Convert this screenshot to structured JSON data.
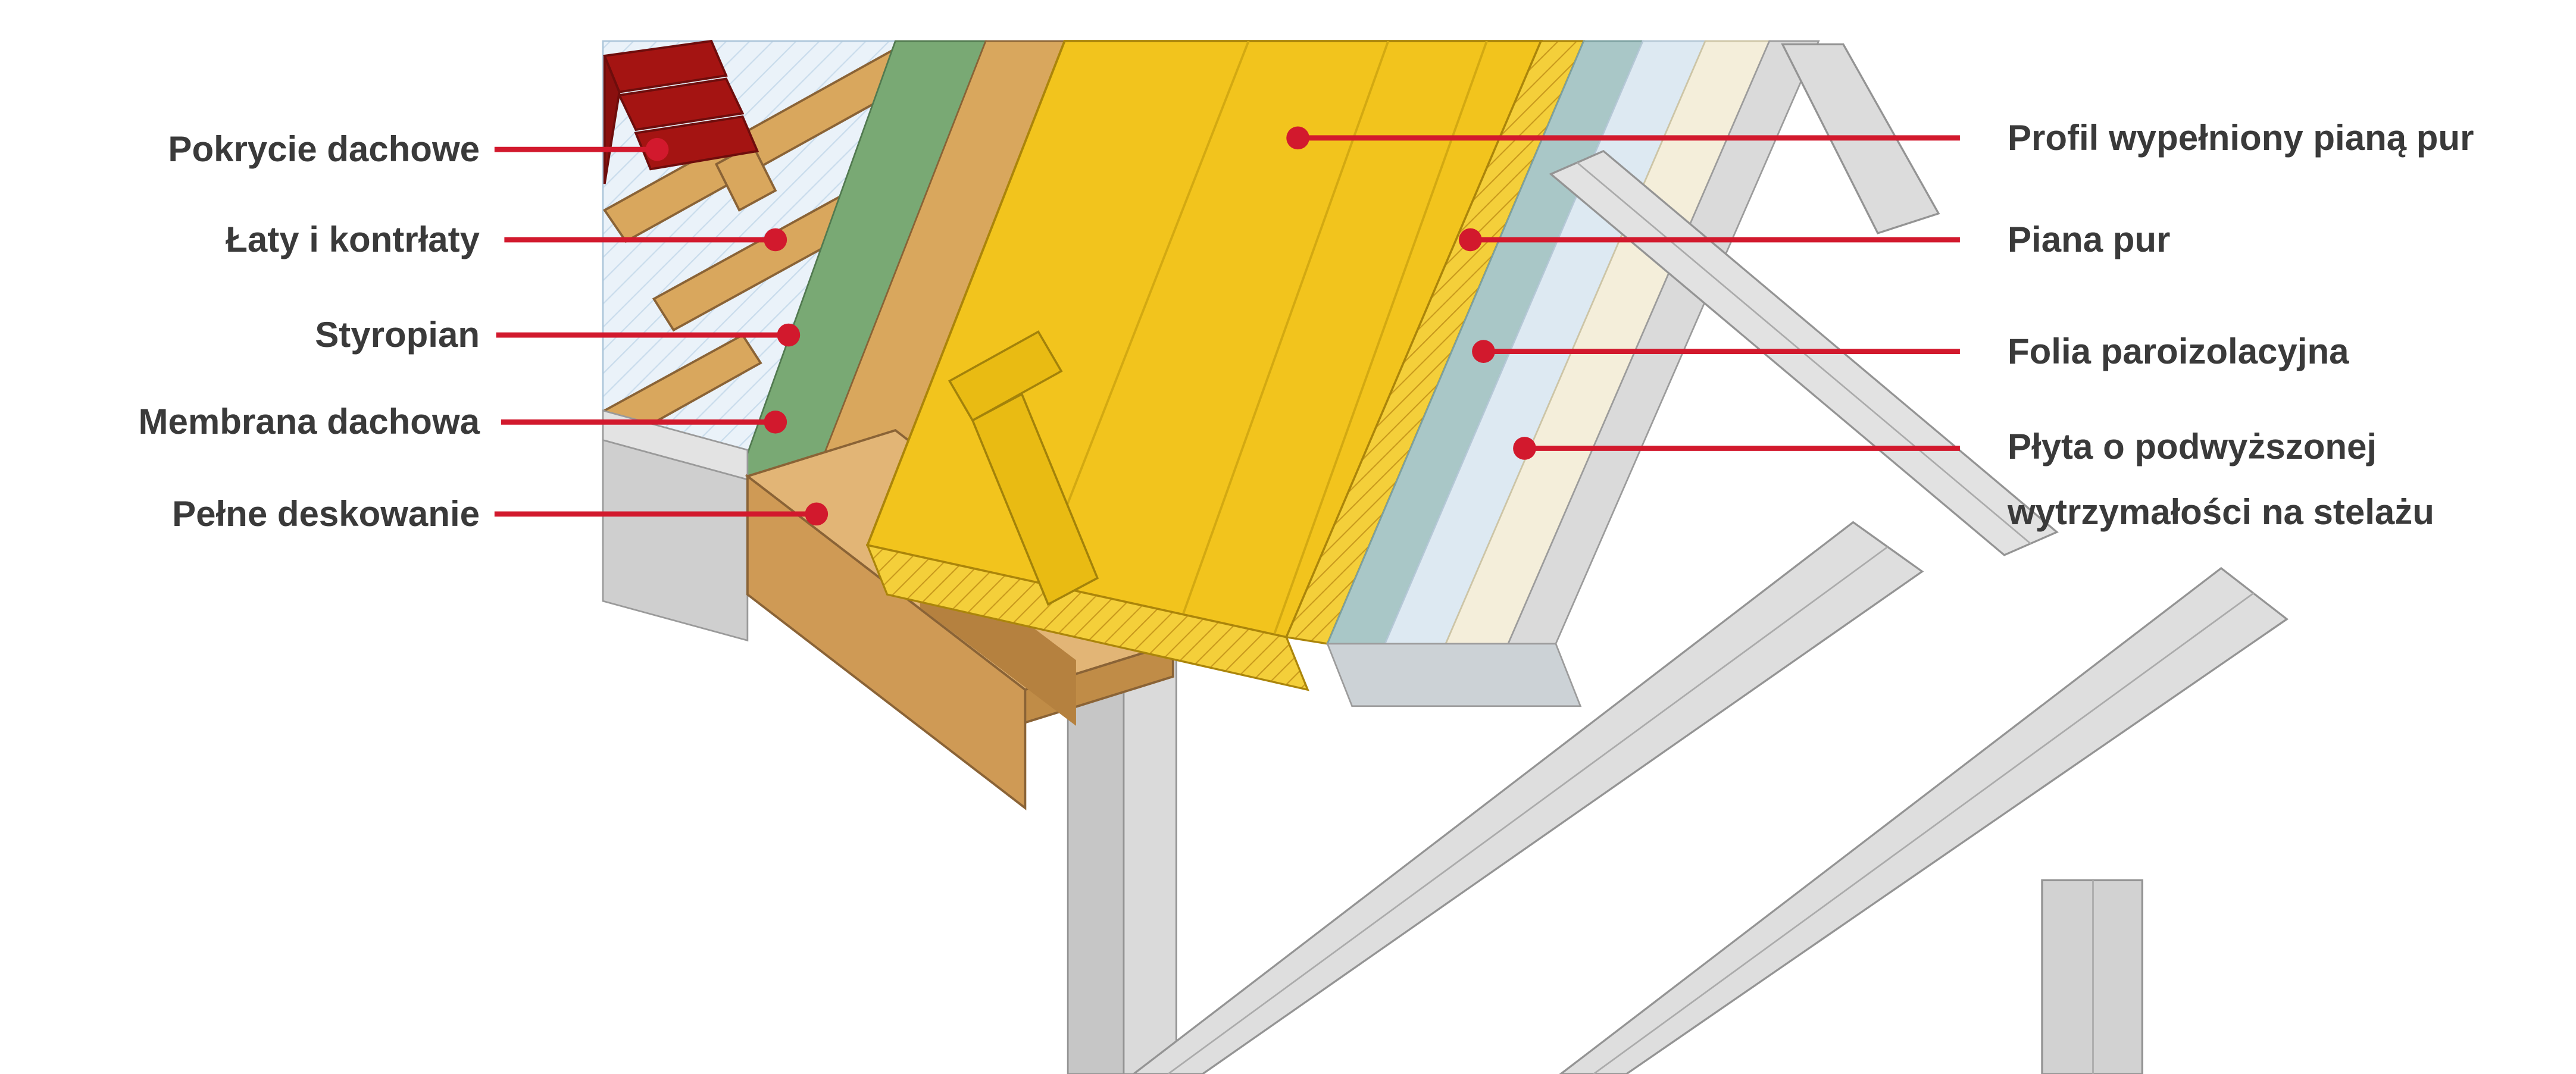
{
  "labels": {
    "left": [
      {
        "text": "Pokrycie dachowe"
      },
      {
        "text": "Łaty i kontrłaty"
      },
      {
        "text": "Styropian"
      },
      {
        "text": "Membrana dachowa"
      },
      {
        "text": "Pełne deskowanie"
      }
    ],
    "right": [
      {
        "text": "Profil wypełniony pianą pur"
      },
      {
        "text": "Piana pur"
      },
      {
        "text": "Folia paroizolacyjna"
      },
      {
        "line1": "Płyta o podwyższonej",
        "line2": "wytrzymałości na stelażu"
      }
    ]
  },
  "colors": {
    "leader_red": "#d2192d",
    "label_text": "#3a3a3a",
    "roof_tile_red": "#a41412",
    "wood_tan": "#d9a75d",
    "membrane_green": "#79a974",
    "styrofoam_blue": "#eaf2f9",
    "pur_yellow": "#f2c41d",
    "foil_teal": "#a9c7c7",
    "board_cream": "#f4eeda",
    "steel_gray": "#dadada"
  }
}
